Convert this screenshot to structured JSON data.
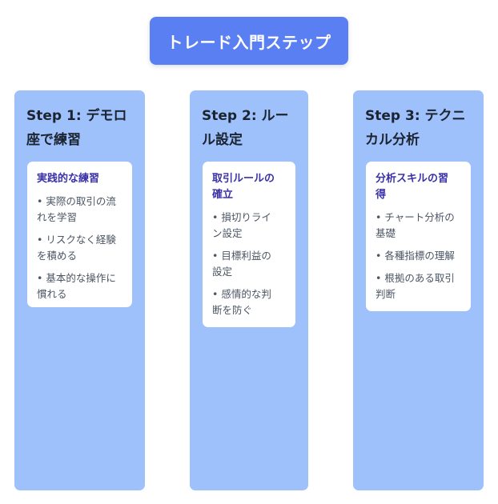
{
  "title": "トレード入門ステップ",
  "steps": [
    {
      "title_line1": "Step 1: デモロ",
      "title_line2": "座で練習",
      "card_title_line1": "実践的な練習",
      "card_title_line2": "",
      "items": [
        {
          "line1": "• 実際の取引の流",
          "line2": "れを学習"
        },
        {
          "line1": "• リスクなく経験",
          "line2": "を積める"
        },
        {
          "line1": "• 基本的な操作に",
          "line2": "慣れる"
        }
      ]
    },
    {
      "title_line1": "Step 2: ルー",
      "title_line2": "ル設定",
      "card_title_line1": "取引ルールの",
      "card_title_line2": "確立",
      "items": [
        {
          "line1": "• 損切りライ",
          "line2": "ン設定"
        },
        {
          "line1": "• 目標利益の",
          "line2": "設定"
        },
        {
          "line1": "• 感情的な判",
          "line2": "断を防ぐ"
        }
      ]
    },
    {
      "title_line1": "Step 3: テクニ",
      "title_line2": "カル分析",
      "card_title_line1": "分析スキルの習",
      "card_title_line2": "得",
      "items": [
        {
          "line1": "• チャート分析の",
          "line2": "基礎"
        },
        {
          "line1": "• 各種指標の理解",
          "line2": ""
        },
        {
          "line1": "• 根拠のある取引",
          "line2": "判断"
        }
      ]
    }
  ],
  "colors": {
    "title_bg": "#5a7ff2",
    "column_bg": "#9ec0fb",
    "card_bg": "#ffffff",
    "card_title": "#3a31a8",
    "item_text": "#4b5563"
  }
}
